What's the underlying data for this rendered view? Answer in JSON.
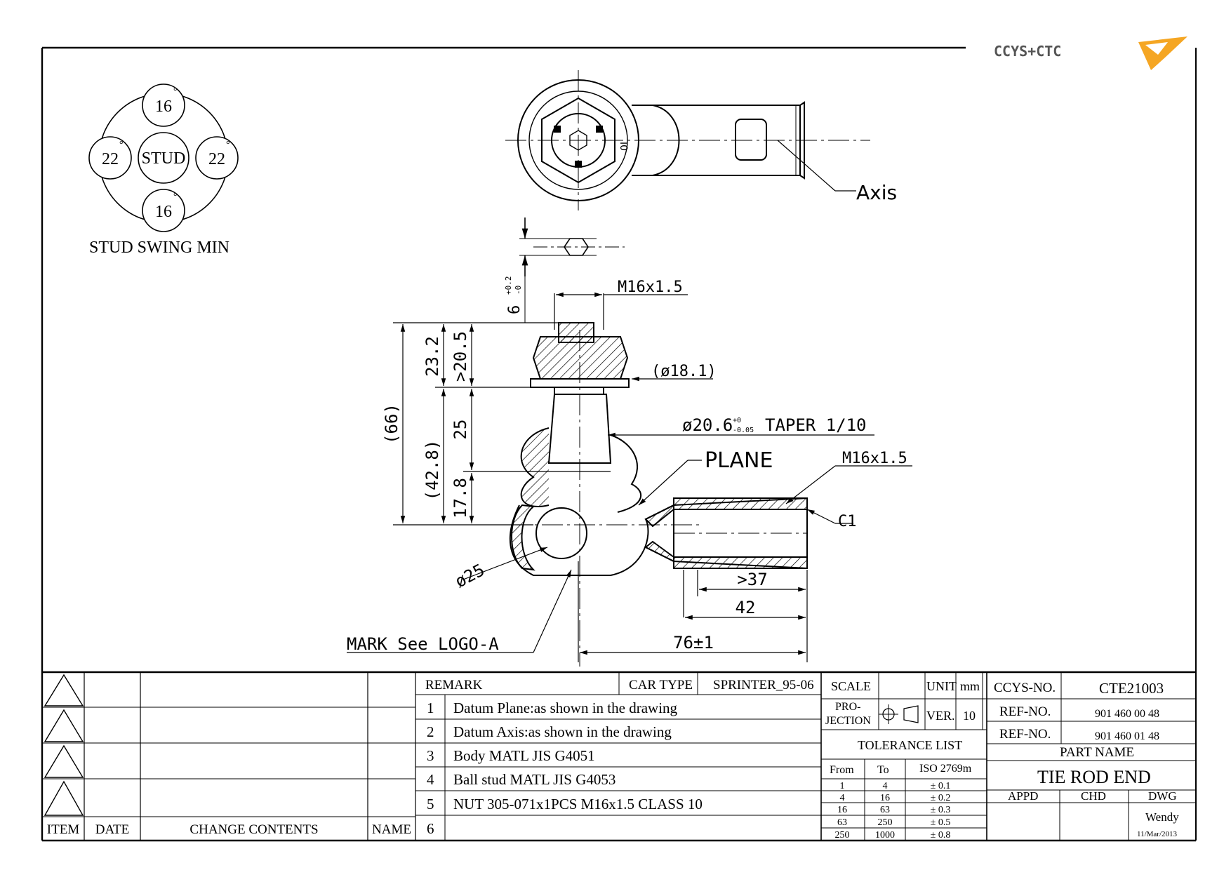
{
  "logo": {
    "text": "CCYS+CTC",
    "accent": "#f5a623"
  },
  "stud_swing": {
    "top": "16",
    "bottom": "16",
    "left": "22",
    "right": "22",
    "center": "STUD",
    "degree": "°",
    "caption": "STUD SWING MIN"
  },
  "dims": {
    "axis": "Axis",
    "nut_width": "6",
    "nut_width_tol_upper": "+0.2",
    "nut_width_tol_lower": "-0",
    "thread_stud": "M16x1.5",
    "d66": "(66)",
    "d23_2": "23.2",
    "d20_5": ">20.5",
    "dia18_1": "(ø18.1)",
    "d42_8": "(42.8)",
    "d25": "25",
    "d17_8": "17.8",
    "taper_dia": "ø20.6",
    "taper_tol_upper": "+0",
    "taper_tol_lower": "-0.05",
    "taper_label": "TAPER 1/10",
    "plane": "PLANE",
    "thread_body": "M16x1.5",
    "c1": "C1",
    "ball_dia": "ø25",
    "d37": ">37",
    "d42": "42",
    "d76": "76±1",
    "mark": "MARK See LOGO-A",
    "i0": "I0"
  },
  "revision_table": {
    "headers": [
      "ITEM",
      "DATE",
      "CHANGE CONTENTS",
      "NAME"
    ]
  },
  "remarks": {
    "header": "REMARK",
    "car_type_label": "CAR TYPE",
    "car_type_value": "SPRINTER_95-06",
    "items": [
      {
        "no": "1",
        "text": "Datum Plane:as shown in the drawing"
      },
      {
        "no": "2",
        "text": "Datum Axis:as shown in the drawing"
      },
      {
        "no": "3",
        "text": "Body MATL JIS G4051"
      },
      {
        "no": "4",
        "text": "Ball stud MATL JIS G4053"
      },
      {
        "no": "5",
        "text": "NUT 305-071x1PCS M16x1.5 CLASS 10"
      },
      {
        "no": "6",
        "text": ""
      }
    ]
  },
  "info": {
    "scale_label": "SCALE",
    "scale_value": "",
    "unit_label": "UNIT",
    "unit_value": "mm",
    "projection_label_1": "PRO-",
    "projection_label_2": "JECTION",
    "ver_label": "VER.",
    "ver_value": "10",
    "tolerance_title": "TOLERANCE LIST",
    "tol_from": "From",
    "tol_to": "To",
    "tol_std": "ISO 2769m",
    "tol_rows": [
      {
        "from": "1",
        "to": "4",
        "tol": "± 0.1"
      },
      {
        "from": "4",
        "to": "16",
        "tol": "± 0.2"
      },
      {
        "from": "16",
        "to": "63",
        "tol": "± 0.3"
      },
      {
        "from": "63",
        "to": "250",
        "tol": "± 0.5"
      },
      {
        "from": "250",
        "to": "1000",
        "tol": "± 0.8"
      }
    ]
  },
  "title_block": {
    "ccys_label": "CCYS-NO.",
    "ccys_value": "CTE21003",
    "ref1_label": "REF-NO.",
    "ref1_value": "901 460 00 48",
    "ref2_label": "REF-NO.",
    "ref2_value": "901 460 01 48",
    "part_name_label": "PART NAME",
    "part_name": "TIE ROD END",
    "appd": "APPD",
    "chd": "CHD",
    "dwg": "DWG",
    "drawn_by": "Wendy",
    "date": "11/Mar/2013"
  }
}
